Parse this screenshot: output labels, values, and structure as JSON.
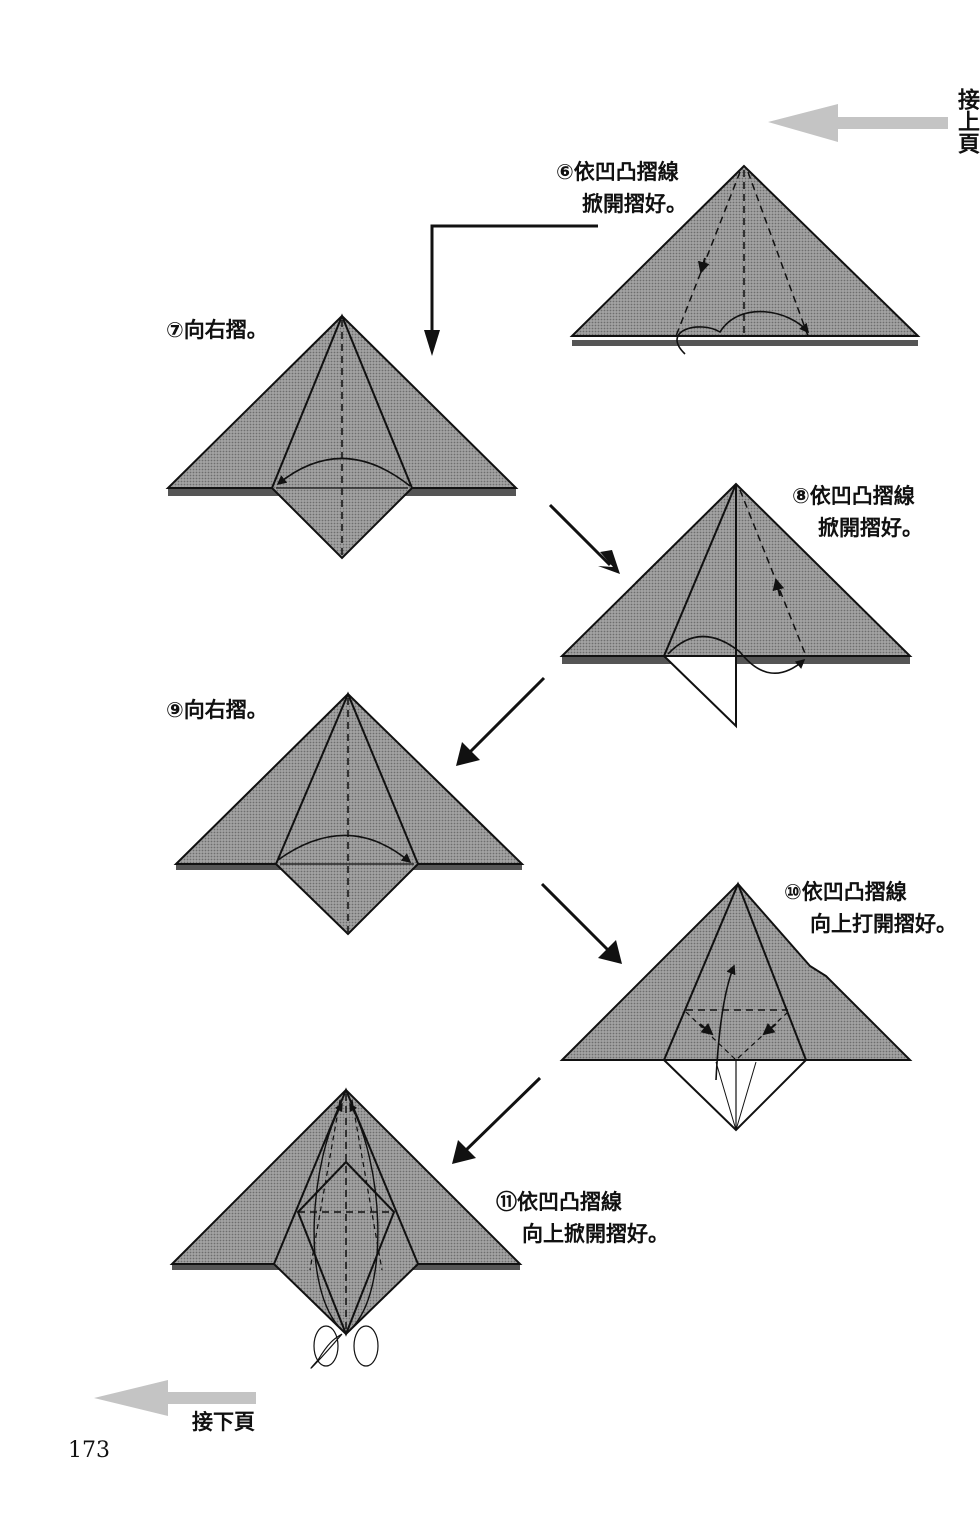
{
  "continue_from": "接上頁",
  "continue_to": "接下頁",
  "page_number": "173",
  "steps": [
    {
      "id": "6",
      "num": "⑥",
      "line1": "依凹凸摺線",
      "line2": "掀開摺好。"
    },
    {
      "id": "7",
      "num": "⑦",
      "line1": "向右摺。",
      "line2": ""
    },
    {
      "id": "8",
      "num": "⑧",
      "line1": "依凹凸摺線",
      "line2": "掀開摺好。"
    },
    {
      "id": "9",
      "num": "⑨",
      "line1": "向右摺。",
      "line2": ""
    },
    {
      "id": "10",
      "num": "⑩",
      "line1": "依凹凸摺線",
      "line2": "向上打開摺好。"
    },
    {
      "id": "11",
      "num": "⑪",
      "line1": "依凹凸摺線",
      "line2": "向上掀開摺好。"
    }
  ],
  "colors": {
    "paper_fill": "#9a9a9a",
    "line": "#111111",
    "arrow_gray": "#b8b8b8"
  }
}
